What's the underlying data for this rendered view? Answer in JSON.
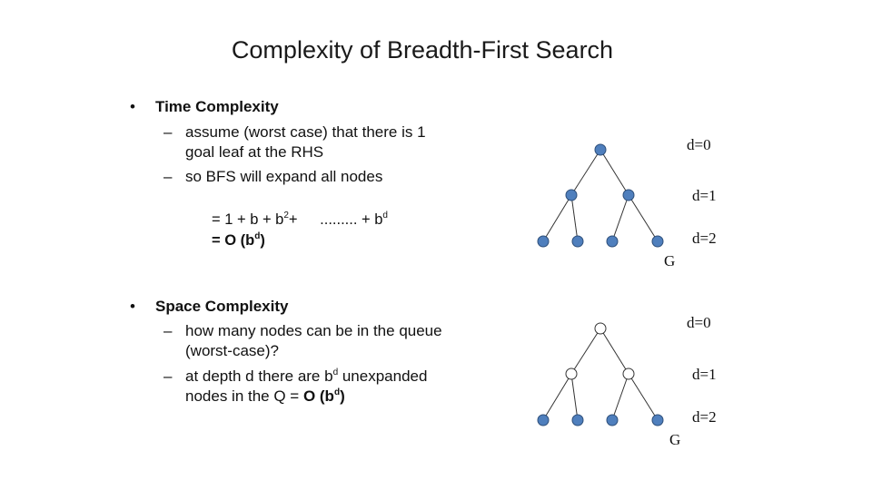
{
  "title": "Complexity of Breadth-First Search",
  "time": {
    "heading": "Time Complexity",
    "bullet": "•",
    "dash": "–",
    "item1_line1": "assume (worst case) that there is 1",
    "item1_line2": "goal leaf at the RHS",
    "item2": "so BFS will expand all nodes",
    "eq1_prefix": "= 1 + b + b",
    "eq1_exp": "2",
    "eq1_plus": "+",
    "eq1_dots": ".........",
    "eq1_suffix": "+ b",
    "eq1_suffix_exp": "d",
    "eq2_prefix": "= O (b",
    "eq2_exp": "d",
    "eq2_close": ")"
  },
  "space": {
    "heading": "Space Complexity",
    "bullet": "•",
    "dash": "–",
    "item1_line1": "how many nodes can be in the queue",
    "item1_line2": "(worst-case)?",
    "item2_pre": "at depth d  there are b",
    "item2_exp": "d",
    "item2_post": " unexpanded",
    "item2_line2_pre": "nodes in the Q  = ",
    "item2_line2_bold": "O (b",
    "item2_line2_exp": "d",
    "item2_line2_close": ")"
  },
  "tree1": {
    "labels": [
      "d=0",
      "d=1",
      "d=2"
    ],
    "goal": "G",
    "node_fill": "#4f7fbd",
    "node_stroke": "#2e4f7a"
  },
  "tree2": {
    "labels": [
      "d=0",
      "d=1",
      "d=2"
    ],
    "goal": "G",
    "node_fill": "#4f7fbd",
    "open_fill": "#ffffff"
  }
}
